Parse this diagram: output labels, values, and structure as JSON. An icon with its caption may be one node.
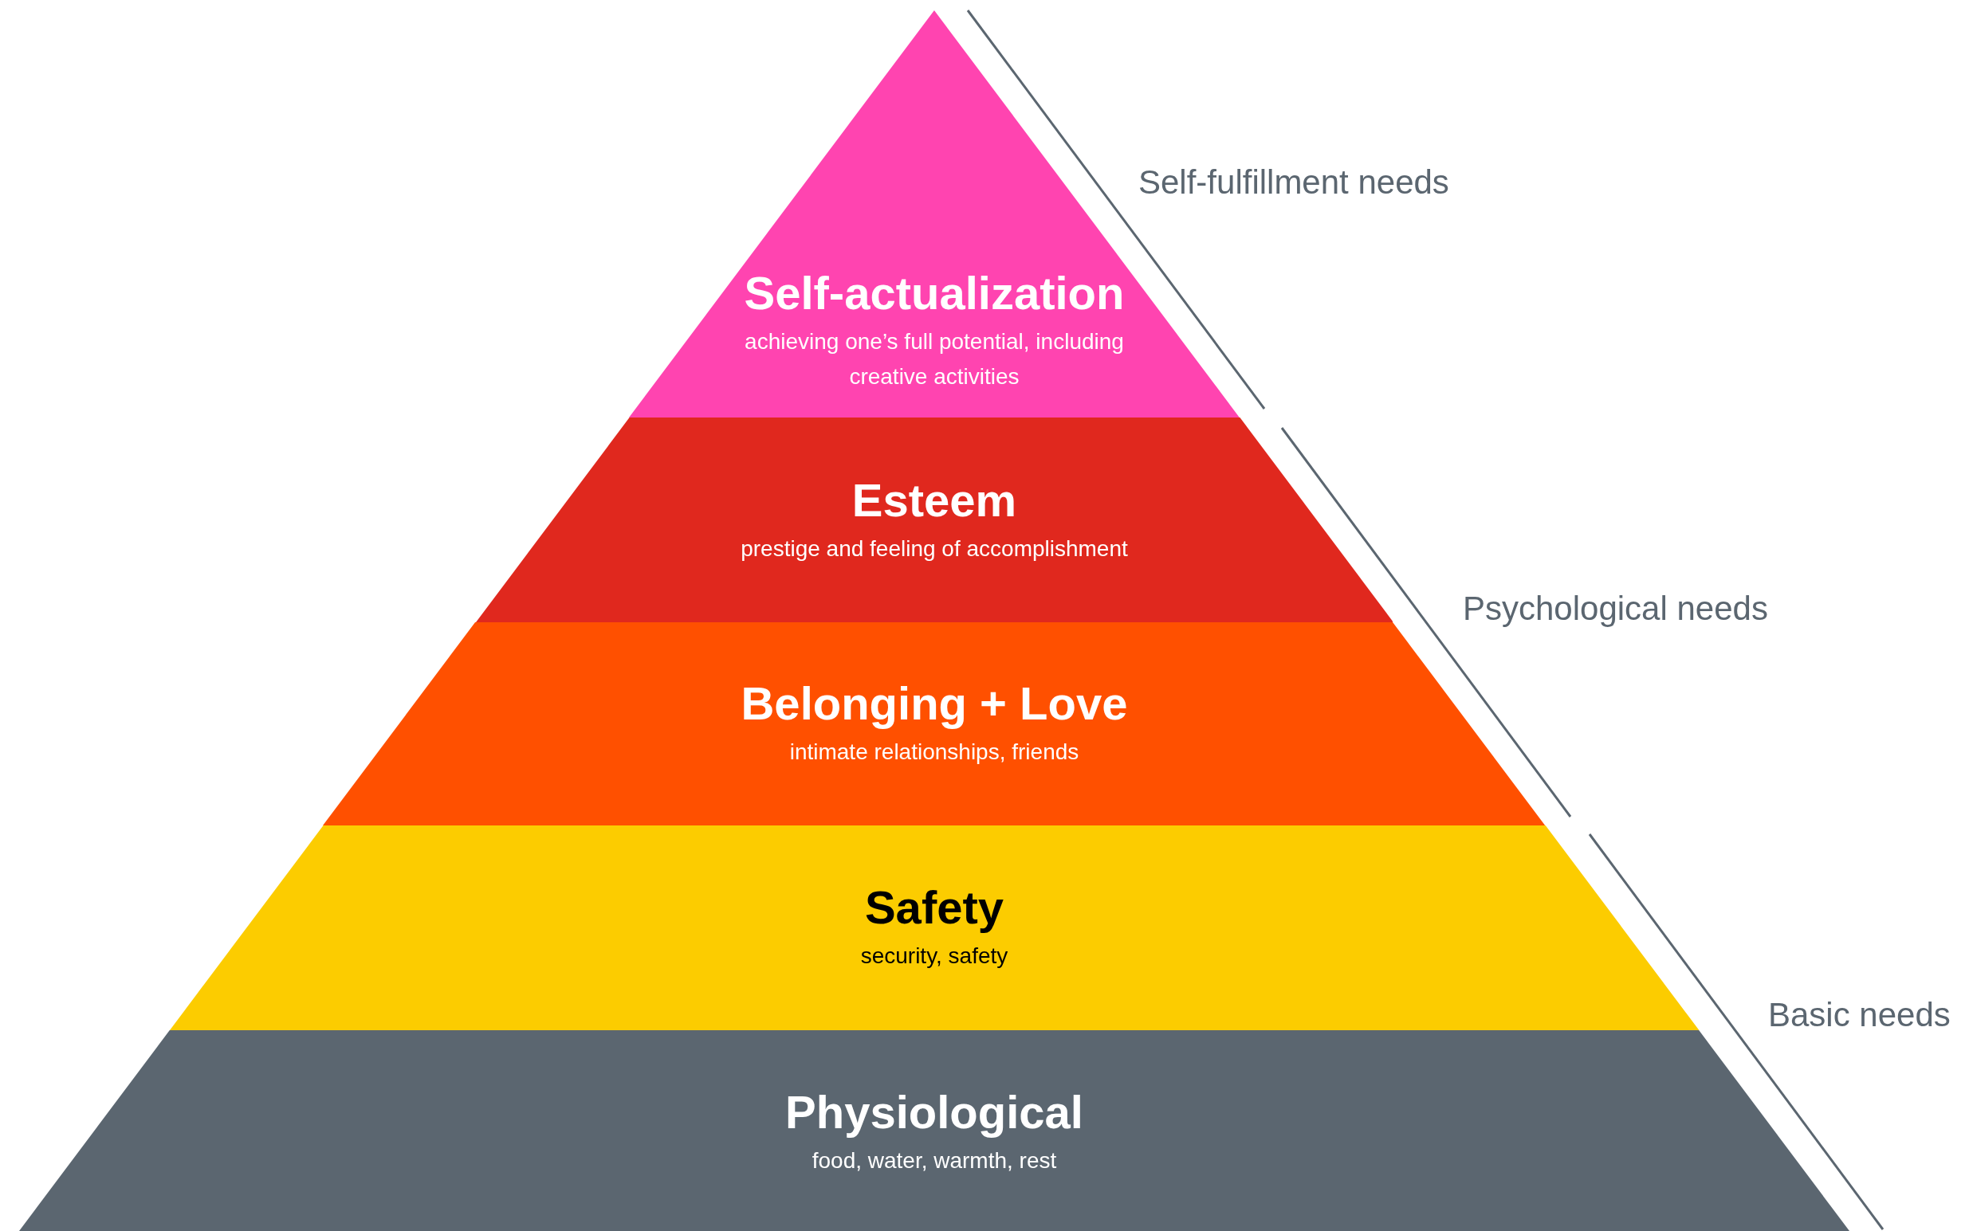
{
  "diagram": {
    "nodes": [
      {
        "text": [
          "Self-actualization",
          "achieving one’s full potential, including creative activities"
        ]
      },
      {
        "text": [
          "Esteem",
          "prestige and feeling of accomplishment"
        ]
      },
      {
        "text": [
          "Belonging + Love",
          "intimate relationships, friends"
        ]
      },
      {
        "text": [
          "Safety",
          "security, safety"
        ]
      },
      {
        "text": [
          "Physiological",
          "food, water, warmth, rest"
        ]
      }
    ],
    "labels": [
      "Self-fulfillment needs",
      "Psychological needs",
      "Basic needs"
    ]
  }
}
